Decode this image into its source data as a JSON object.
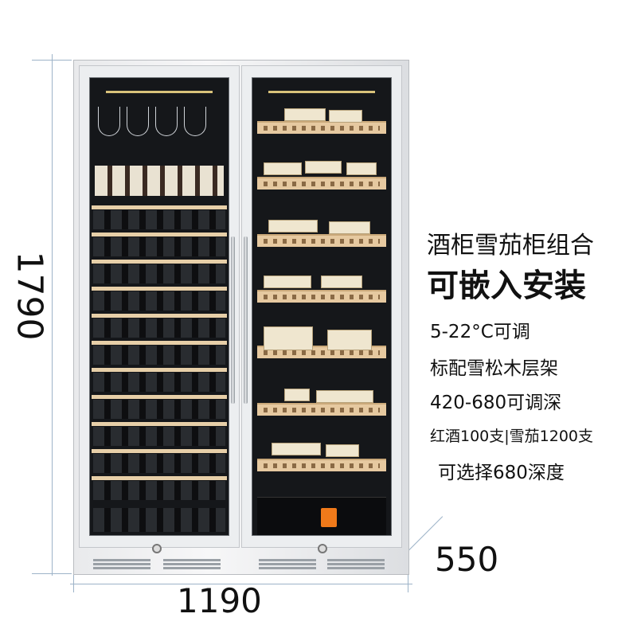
{
  "dimensions": {
    "height": "1790",
    "width": "1190",
    "depth": "550"
  },
  "features": {
    "title_line1": "酒柜雪茄柜组合",
    "title_line2": "可嵌入安装",
    "spec1": "5-22°C可调",
    "spec2": "标配雪松木层架",
    "spec3": "420-680可调深",
    "spec4": "红酒100支|雪茄1200支",
    "spec5": "可选择680深度"
  },
  "colors": {
    "dimension_line": "#9db3c8",
    "cedar_wood": "#e6c9a0",
    "cabinet_steel": "#e9eaec"
  }
}
